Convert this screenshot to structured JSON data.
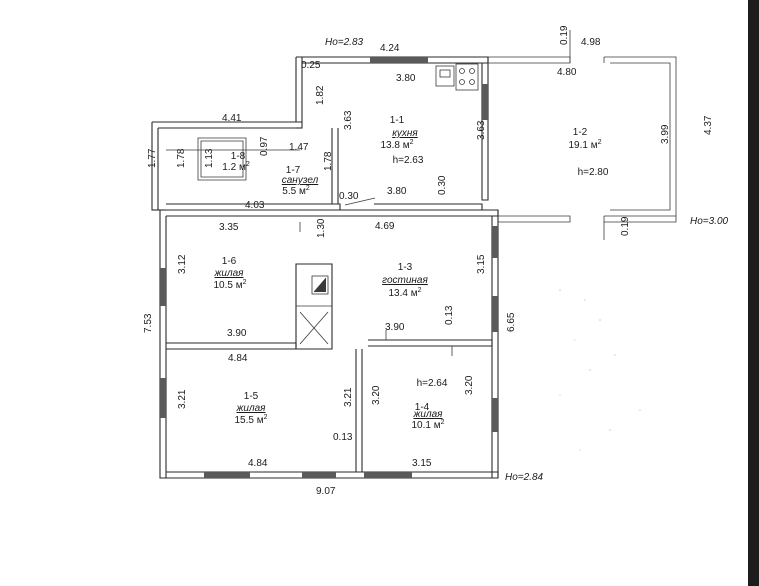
{
  "heights": {
    "top": "Ho=2.83",
    "right": "Ho=3.00",
    "bottom_right": "Ho=2.84"
  },
  "rooms": [
    {
      "id": "1-1",
      "name": "кухня",
      "area": "13.8 м",
      "height": "h=2.63"
    },
    {
      "id": "1-2",
      "name": "",
      "area": "19.1 м",
      "height": "h=2.80"
    },
    {
      "id": "1-3",
      "name": "гостиная",
      "area": "13.4 м",
      "height": ""
    },
    {
      "id": "1-4",
      "name": "жилая",
      "area": "10.1 м",
      "height": "h=2.64"
    },
    {
      "id": "1-5",
      "name": "жилая",
      "area": "15.5 м",
      "height": ""
    },
    {
      "id": "1-6",
      "name": "жилая",
      "area": "10.5 м",
      "height": ""
    },
    {
      "id": "1-7",
      "name": "санузел",
      "area": "5.5 м",
      "height": ""
    },
    {
      "id": "1-8",
      "name": "",
      "area": "1.2 м",
      "height": ""
    }
  ],
  "area_sup": "2",
  "dimensions": {
    "d424": "4.24",
    "d019a": "0.19",
    "d498": "4.98",
    "d025": "0.25",
    "d380a": "3.80",
    "d480": "4.80",
    "d441": "4.41",
    "d182": "1.82",
    "d363a": "3.63",
    "d363b": "3.63",
    "d399": "3.99",
    "d437": "4.37",
    "d177": "1.77",
    "d178a": "1.78",
    "d113": "1.13",
    "d097": "0.97",
    "d147": "1.47",
    "d178b": "1.78",
    "d030a": "0.30",
    "d380b": "3.80",
    "d030b": "0.30",
    "d403": "4.03",
    "d469": "4.69",
    "d019b": "0.19",
    "d335": "3.35",
    "d130": "1.30",
    "d312": "3.12",
    "d315": "3.15",
    "d753": "7.53",
    "d390a": "3.90",
    "d390b": "3.90",
    "d013a": "0.13",
    "d665": "6.65",
    "d484a": "4.84",
    "d321a": "3.21",
    "d321b": "3.21",
    "d320a": "3.20",
    "d320b": "3.20",
    "d013b": "0.13",
    "d484b": "4.84",
    "d315b": "3.15",
    "d907": "9.07"
  },
  "icons": [
    "stove-icon",
    "sink-icon",
    "chimney-icon"
  ]
}
